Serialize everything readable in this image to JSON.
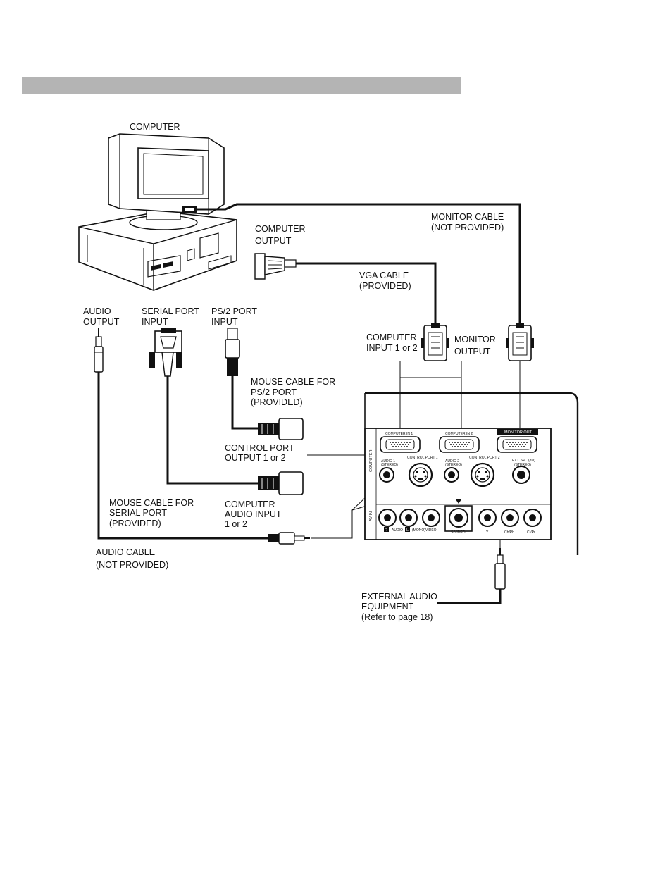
{
  "labels": {
    "computer": "COMPUTER",
    "monitor_cable": [
      "MONITOR CABLE",
      "(NOT PROVIDED)"
    ],
    "computer_output": [
      "COMPUTER",
      "OUTPUT"
    ],
    "vga_cable": [
      "VGA CABLE",
      "(PROVIDED)"
    ],
    "audio_output": [
      "AUDIO",
      "OUTPUT"
    ],
    "serial_port_input": [
      "SERIAL PORT",
      "INPUT"
    ],
    "ps2_port_input": [
      "PS/2 PORT",
      "INPUT"
    ],
    "computer_input": [
      "COMPUTER",
      "INPUT 1 or 2"
    ],
    "monitor_output": [
      "MONITOR",
      "OUTPUT"
    ],
    "mouse_cable_ps2": [
      "MOUSE CABLE FOR",
      "PS/2 PORT",
      "(PROVIDED)"
    ],
    "control_port_output": [
      "CONTROL PORT",
      "OUTPUT 1 or 2"
    ],
    "mouse_cable_serial": [
      "MOUSE CABLE FOR",
      "SERIAL PORT",
      "(PROVIDED)"
    ],
    "computer_audio_input": [
      "COMPUTER",
      "AUDIO INPUT",
      "1 or 2"
    ],
    "audio_cable": [
      "AUDIO CABLE",
      "(NOT PROVIDED)"
    ],
    "external_audio": [
      "EXTERNAL AUDIO",
      "EQUIPMENT",
      "(Refer to page 18)"
    ]
  },
  "panel": {
    "computer_in_1": "COMPUTER IN 1",
    "computer_in_2": "COMPUTER IN 2",
    "monitor_out": "MONITOR OUT",
    "control_port_1": "CONTROL PORT 1",
    "control_port_2": "CONTROL PORT 2",
    "audio_1": "AUDIO 1",
    "audio_2": "AUDIO 2",
    "stereo": "(STEREO)",
    "ext_sp": "EXT. SP",
    "ext_sp_unit": "(8Ω)",
    "computer_side": "COMPUTER",
    "av_in_side": "AV IN",
    "r": "R",
    "audio": "AUDIO",
    "l": "L",
    "mono": "(MONO)",
    "video": "VIDEO",
    "s_video": "S-VIDEO",
    "y": "Y",
    "cb_pb": "Cb/Pb",
    "cr_pr": "Cr/Pr"
  }
}
